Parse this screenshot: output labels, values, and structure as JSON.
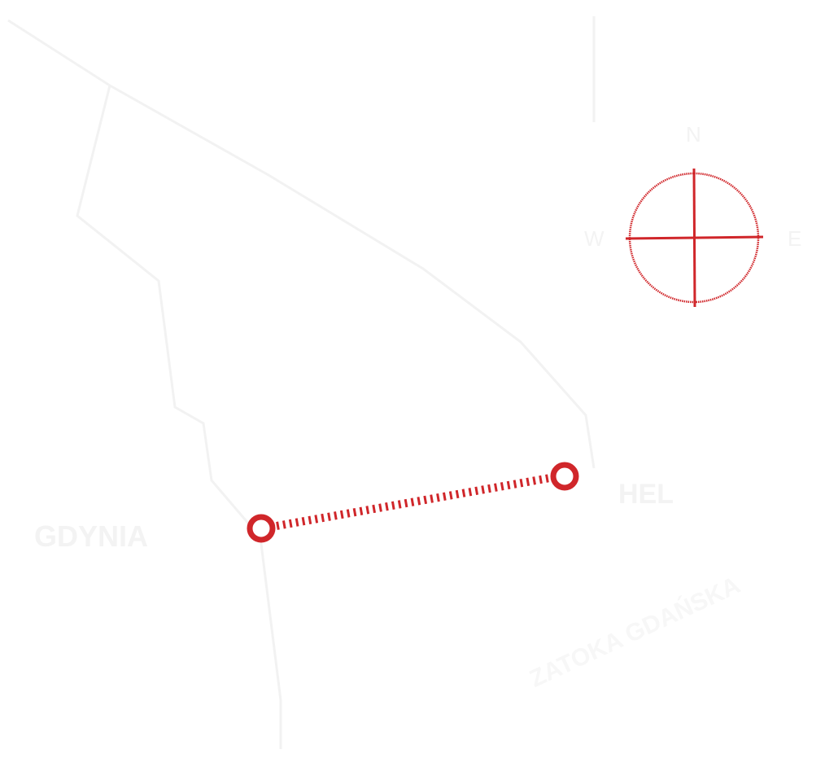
{
  "map": {
    "places": {
      "gdynia": "GDYNIA",
      "hel": "HEL",
      "bay": "ZATOKA GDAŃSKA"
    },
    "compass": {
      "n": "N",
      "e": "E",
      "w": "W"
    },
    "colors": {
      "accent": "#d0262a",
      "coast": "#f2f2f2",
      "background": "#ffffff"
    }
  }
}
